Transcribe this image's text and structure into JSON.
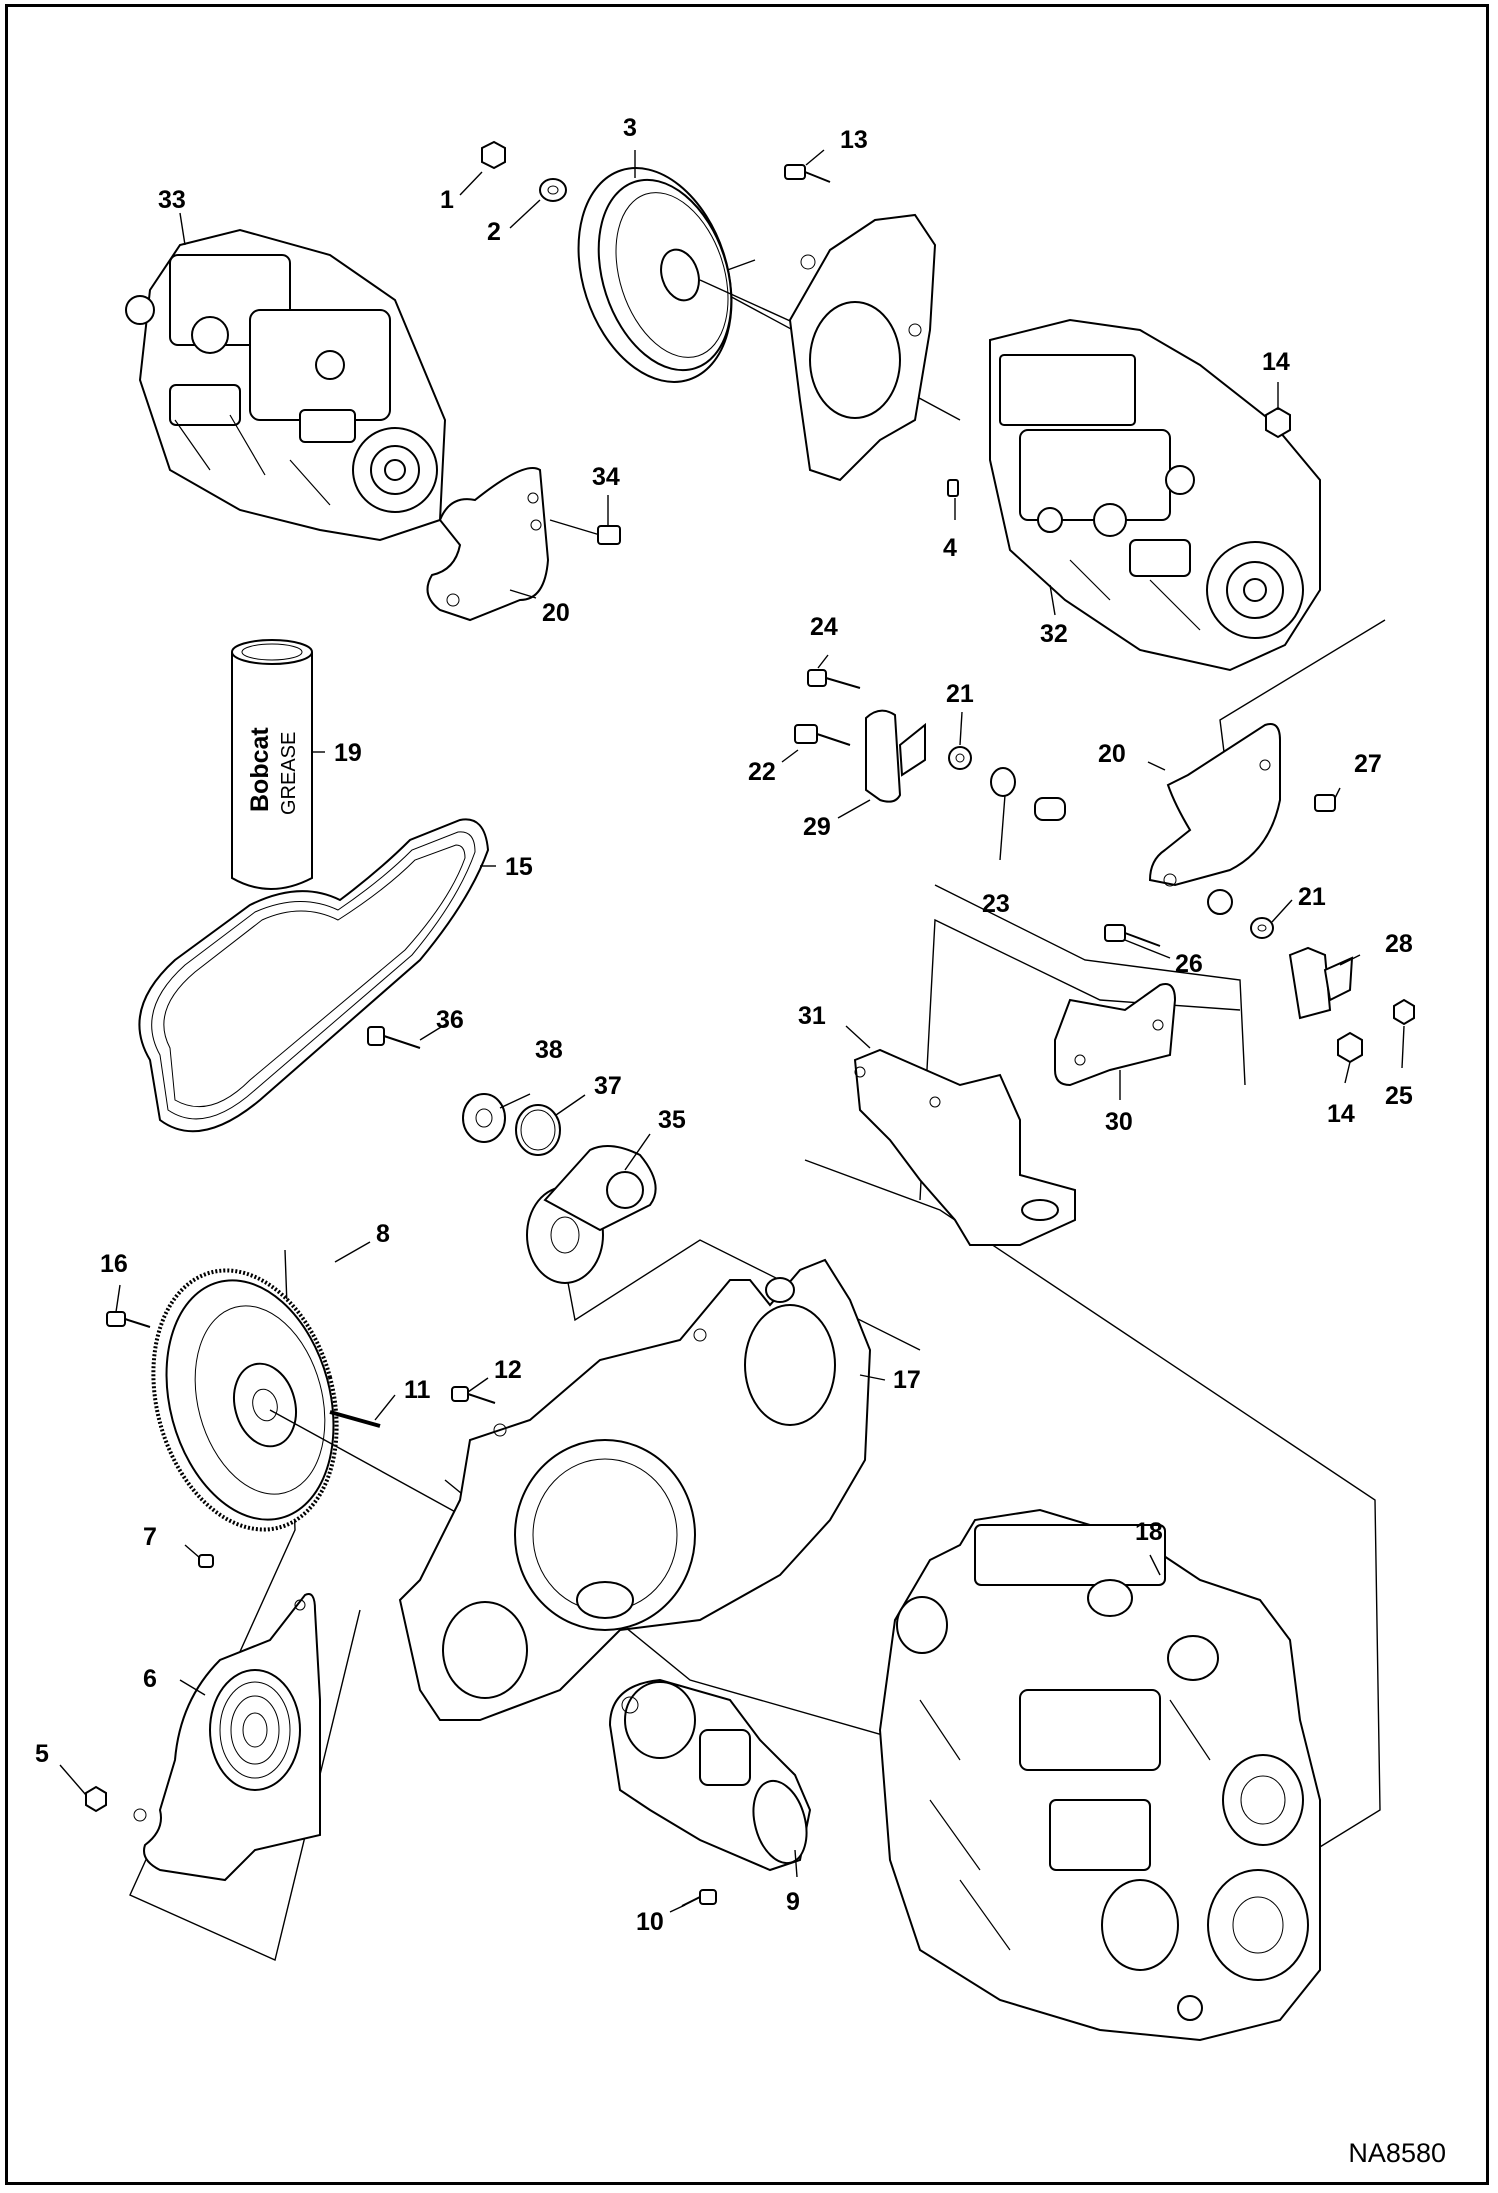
{
  "callouts": [
    "1",
    "2",
    "3",
    "4",
    "5",
    "6",
    "7",
    "8",
    "9",
    "10",
    "11",
    "12",
    "13",
    "14",
    "14",
    "15",
    "16",
    "17",
    "18",
    "19",
    "20",
    "20",
    "21",
    "21",
    "22",
    "23",
    "24",
    "25",
    "26",
    "27",
    "28",
    "29",
    "30",
    "31",
    "32",
    "33",
    "34",
    "35",
    "36",
    "37",
    "38"
  ],
  "grease_label": {
    "brand": "Bobcat",
    "product": "GREASE"
  },
  "drawing_id": "NA8580"
}
